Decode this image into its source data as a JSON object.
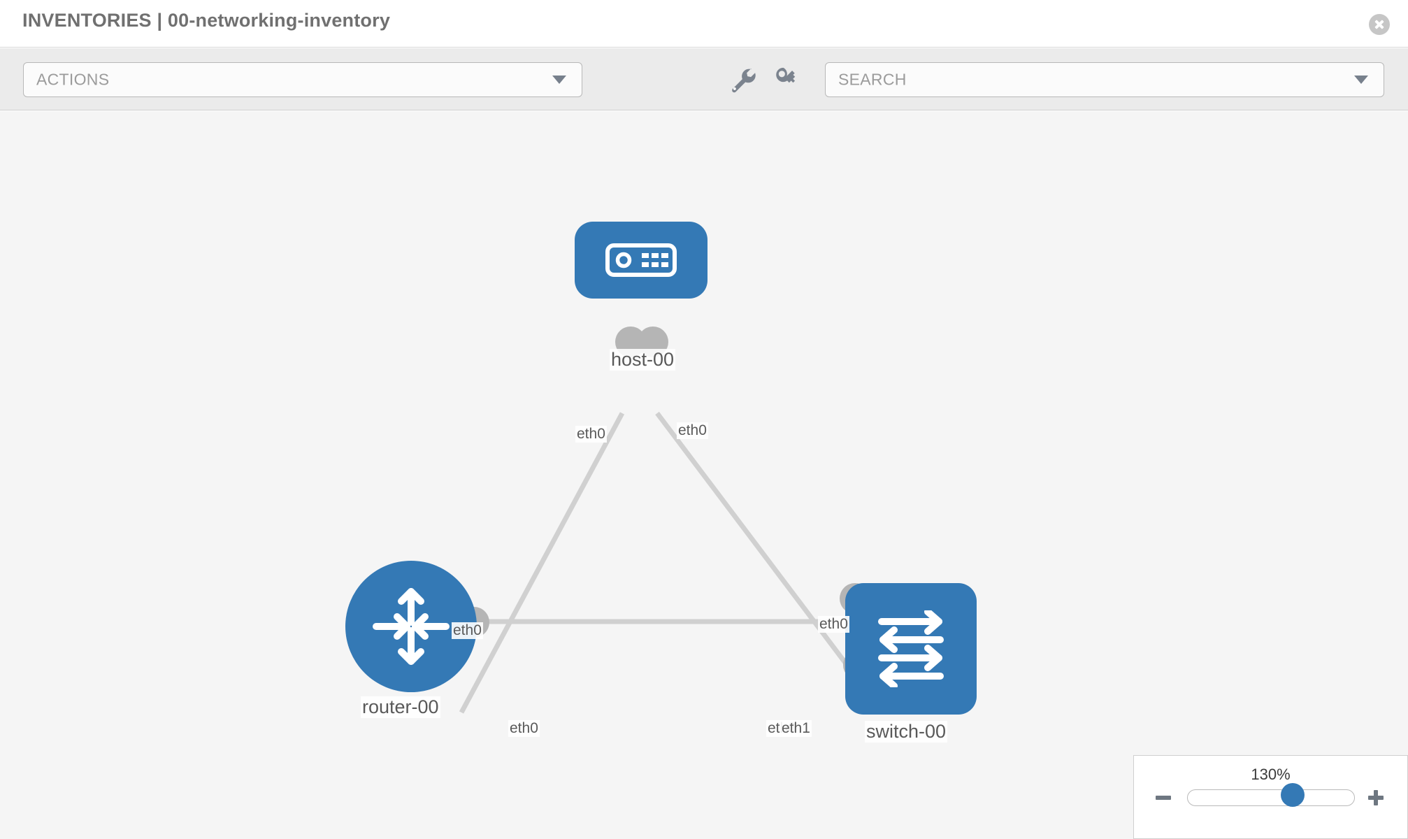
{
  "header": {
    "title": "INVENTORIES | 00-networking-inventory",
    "close_icon": "close-circle-icon"
  },
  "toolbar": {
    "actions": {
      "label": "ACTIONS",
      "caret_icon": "chevron-down-icon"
    },
    "wrench_icon": "wrench-icon",
    "key_icon": "key-icon",
    "search": {
      "placeholder": "SEARCH",
      "value": "",
      "caret_icon": "chevron-down-icon"
    }
  },
  "topology": {
    "nodes": [
      {
        "id": "host-00",
        "label": "host-00",
        "type": "host",
        "icon": "server-icon",
        "shape": "rounded-square"
      },
      {
        "id": "router-00",
        "label": "router-00",
        "type": "router",
        "icon": "router-arrows-icon",
        "shape": "circle"
      },
      {
        "id": "switch-00",
        "label": "switch-00",
        "type": "switch",
        "icon": "switch-arrows-icon",
        "shape": "rounded-square"
      }
    ],
    "links": [
      {
        "from": "host-00",
        "from_iface": "eth0",
        "to": "router-00",
        "to_iface": "eth0"
      },
      {
        "from": "host-00",
        "from_iface": "eth0",
        "to": "switch-00",
        "to_iface": "eth0"
      },
      {
        "from": "router-00",
        "from_iface": "eth0",
        "to": "switch-00",
        "to_iface": "eth1"
      }
    ],
    "interface_labels": {
      "host_left": "eth0",
      "host_right": "eth0",
      "router_up": "eth0",
      "router_right": "eth0",
      "switch_up": "eth0",
      "switch_left_a": "eth0",
      "switch_left_b": "eth1"
    }
  },
  "zoom_control": {
    "percent": "130%",
    "minus_icon": "minus-icon",
    "plus_icon": "plus-icon",
    "slider_value": 130
  },
  "colors": {
    "node_blue": "#3479b5",
    "canvas_bg": "#f5f5f5",
    "toolbar_bg": "#ebebeb",
    "edge_gray": "#cfcfcf",
    "nub_gray": "#b5b5b5",
    "title_gray": "#707070"
  }
}
